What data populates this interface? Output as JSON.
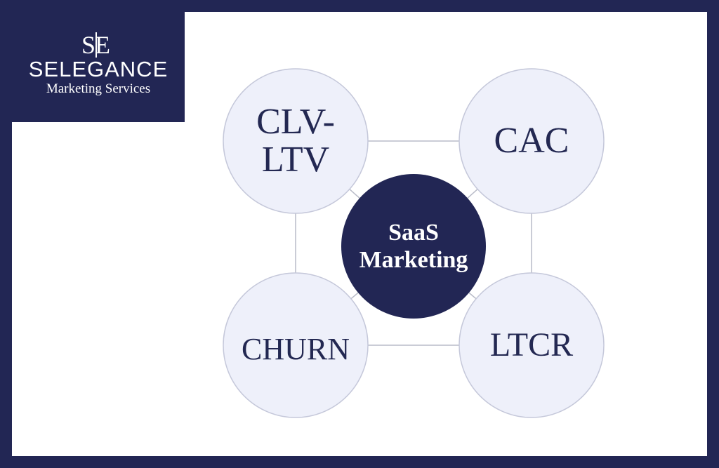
{
  "logo": {
    "name": "SELEGANCE",
    "subtitle": "Marketing Services",
    "mark_letters": "SE"
  },
  "diagram": {
    "center": {
      "line1": "SaaS",
      "line2": "Marketing"
    },
    "nodes": {
      "top_left": {
        "line1": "CLV-",
        "line2": "LTV"
      },
      "top_right": {
        "line1": "CAC"
      },
      "bottom_left": {
        "line1": "CHURN"
      },
      "bottom_right": {
        "line1": "LTCR"
      }
    }
  },
  "colors": {
    "brand_navy": "#222654",
    "circle_fill": "#eef0fa",
    "circle_stroke": "#c5c8da",
    "connector": "#b8bbc8",
    "text_dark": "#232852",
    "background": "#ffffff"
  }
}
